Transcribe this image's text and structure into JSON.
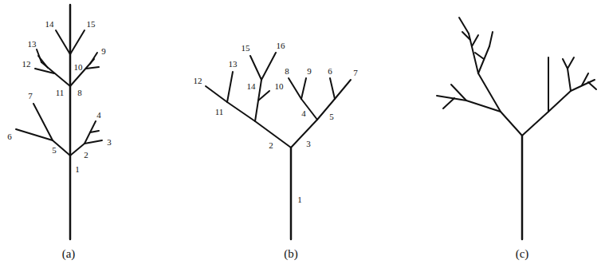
{
  "diagram": {
    "labels": [
      "14",
      "15",
      "13",
      "12",
      "10",
      "9",
      "11",
      "8",
      "7",
      "4",
      "6",
      "5",
      "2",
      "3",
      "1",
      "15",
      "16",
      "13",
      "12",
      "14",
      "10",
      "11",
      "8",
      "9",
      "6",
      "7",
      "4",
      "5",
      "2",
      "3",
      "1",
      "(a)",
      "(b)",
      "(c)"
    ]
  }
}
